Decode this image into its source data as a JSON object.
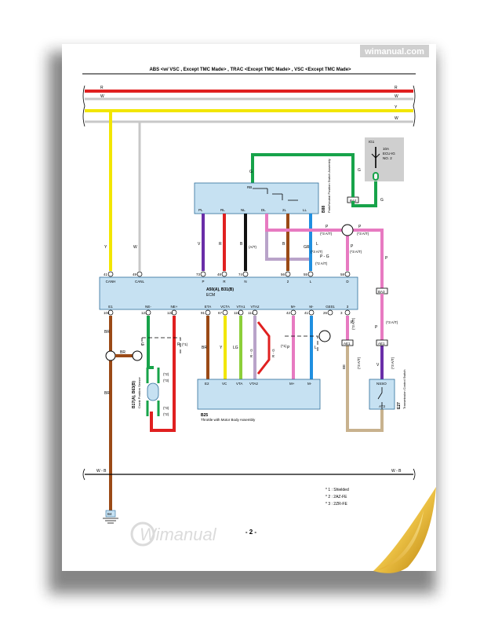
{
  "watermark": {
    "top_text": "wimanual.com",
    "bottom_logo": "Wimanual"
  },
  "title": "ABS <w/ VSC , Except TMC Made> , TRAC <Except TMC Made> , VSC <Except TMC Made>",
  "page_number": "- 2 -",
  "bus_labels": {
    "r": "R",
    "w": "W",
    "y": "Y",
    "w2": "W",
    "wb": "W - B"
  },
  "fuse": {
    "id": "IG1",
    "rating": "10A",
    "name": "ECU-IG",
    "number": "NO. 2"
  },
  "connectors": {
    "ba2": "BA2",
    "ba3": "BA3",
    "ae1": "AE1",
    "ae1b": "AE1",
    "ae2": "AE2"
  },
  "neutral_switch": {
    "code": "B88",
    "name": "Park/Neutral Position Switch Assembly",
    "pins": {
      "pl": "PL",
      "rl": "RL",
      "nl": "NL",
      "dl": "DL",
      "2l": "2L",
      "ll": "LL"
    },
    "wires": {
      "pl": "V",
      "rl": "R",
      "nl": "B",
      "dl": "B",
      "2l": "GR",
      "ll": "L"
    },
    "sw_label": "RB"
  },
  "ecm": {
    "code": "A50(A), B31(B)",
    "name": "ECM",
    "top_pins": {
      "canh": "CANH",
      "canl": "CANL",
      "p": "P",
      "r": "R",
      "n": "N",
      "two": "2",
      "l": "L",
      "d": "D"
    },
    "top_nums": {
      "canh": "41",
      "canl": "49",
      "p": "73",
      "r": "48",
      "n": "74",
      "two": "56",
      "l": "55",
      "d": "58"
    },
    "bot_pins": {
      "e1": "E1",
      "neneg": "NE-",
      "nepos": "NE+",
      "eta": "ETA",
      "vcta": "VCTA",
      "vta1": "VTA1",
      "vta2": "VTA2",
      "mpos": "M+",
      "mneg": "M-",
      "ge01": "GE01",
      "three": "3"
    },
    "bot_nums": {
      "e1": "104",
      "neneg": "121",
      "nepos": "122",
      "eta": "91",
      "vcta": "67",
      "vta1": "115",
      "vta2": "114",
      "mpos": "42",
      "mneg": "41",
      "ge01": "26",
      "three": "3"
    }
  },
  "wires": {
    "canh": "Y",
    "canl": "W",
    "e1": "BR",
    "br_junction": "BR",
    "neneg": "G",
    "nepos": "R",
    "eta": "BR",
    "vcta": "Y",
    "vta1": "LG",
    "vta2": "R - G",
    "mpos": "P",
    "mneg": "L",
    "ge01": "BE",
    "three": "V",
    "pg": "P - G",
    "pink_p": "P",
    "ba2_g": "G",
    "g_ig": "G"
  },
  "notes_short": {
    "n1": "(*1)",
    "n2": "(*2)",
    "n3": "(*3)",
    "n2at": "(*2 A/T)",
    "n3at": "(*3 A/T)",
    "at": "(A/T)"
  },
  "crank_sensor": {
    "code": "B17(A), B63(B)",
    "name": "Crank Position Sensor"
  },
  "throttle": {
    "code": "B25",
    "name": "Throttle with Motor Body Assembly",
    "pins": {
      "e2": "E2",
      "vc": "VC",
      "vta": "VTA",
      "vta2": "VTA2",
      "mpos": "M+",
      "mneg": "M-"
    }
  },
  "trans_switch": {
    "code": "E27",
    "name": "Transmission Control Switch",
    "pins": {
      "nsso": "NSSO",
      "at3": "AT3"
    }
  },
  "ground": {
    "id": "B4"
  },
  "legend": {
    "n1": "* 1 : Shielded",
    "n2": "* 2 : 2AZ-FE",
    "n3": "* 3 : 2ZR-FE"
  },
  "colors": {
    "red": "#e02020",
    "yellow": "#f2e600",
    "white_wire": "#c8c8c8",
    "green": "#17a34a",
    "brown": "#9b4a16",
    "purple": "#6a2ea8",
    "pink": "#e77ac1",
    "blue": "#1f8fe0",
    "lightgreen": "#8ccf3a",
    "tan": "#c8b28e",
    "black": "#111111",
    "box_blue": "#c6e1f2",
    "box_border": "#2e6e9a",
    "cream": "#f4e9b0",
    "gold": "#d49b17"
  }
}
